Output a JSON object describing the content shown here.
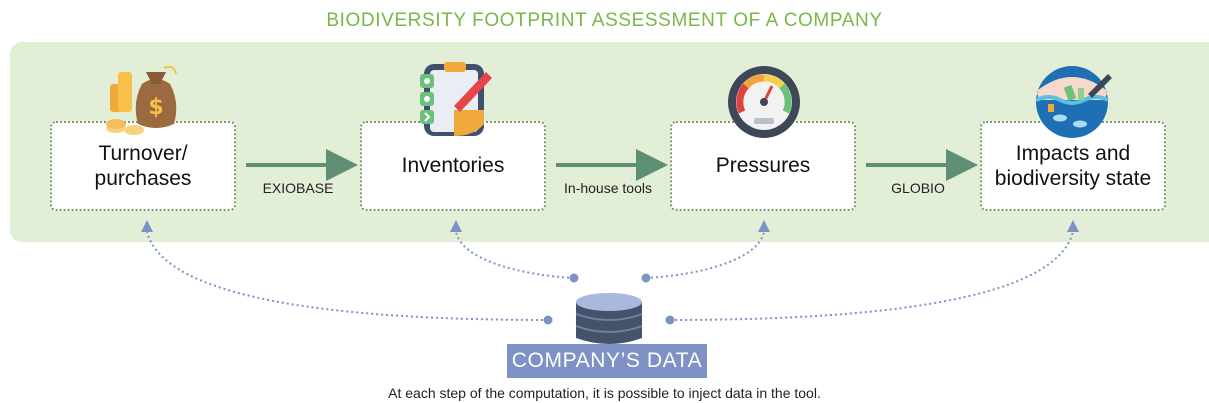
{
  "title": "BIODIVERSITY FOOTPRINT ASSESSMENT OF A COMPANY",
  "steps": [
    {
      "label": "Turnover/\npurchases",
      "icon": "money-bag-icon"
    },
    {
      "label": "Inventories",
      "icon": "clipboard-icon"
    },
    {
      "label": "Pressures",
      "icon": "gauge-icon"
    },
    {
      "label": "Impacts and\nbiodiversity state",
      "icon": "polluted-ocean-icon"
    }
  ],
  "connectors": [
    "EXIOBASE",
    "In-house tools",
    "GLOBIO"
  ],
  "company_data": {
    "label": "COMPANY’S DATA",
    "icon": "database-icon"
  },
  "footnote": "At each step of the computation, it is possible to inject data in the tool.",
  "colors": {
    "title": "#7ab648",
    "band": "#e3eed7",
    "arrow": "#5e8f74",
    "dotted_link": "#7f92c6",
    "company_label_bg": "#7f92c6"
  }
}
